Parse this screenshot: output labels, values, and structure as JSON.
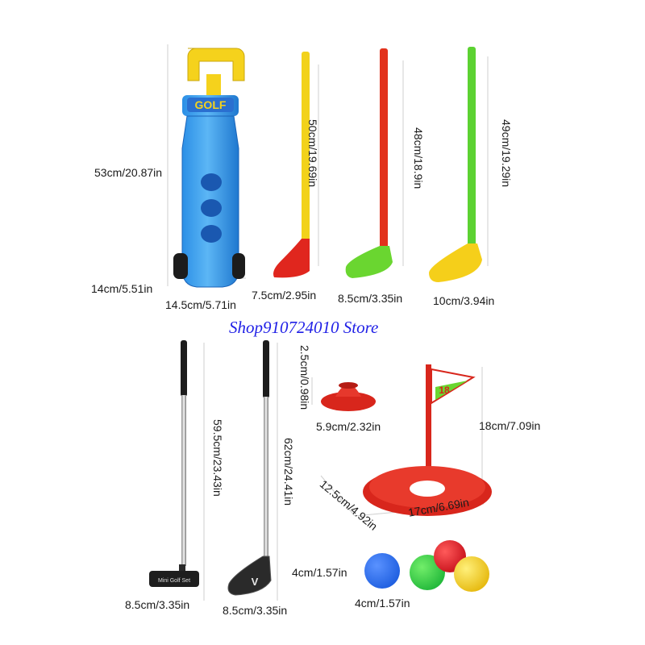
{
  "store_name": "Shop910724010 Store",
  "bag": {
    "logo_text": "GOLF",
    "height_label": "53cm/20.87in",
    "depth_label": "14cm/5.51in",
    "width_label": "14.5cm/5.71in"
  },
  "plastic_clubs": [
    {
      "length_label": "50cm/19.69in",
      "head_label": "7.5cm/2.95in",
      "shaft_color": "#f2d21b",
      "head_color": "#e0261e"
    },
    {
      "length_label": "48cm/18.9in",
      "head_label": "8.5cm/3.35in",
      "shaft_color": "#e2321c",
      "head_color": "#6ad630"
    },
    {
      "length_label": "49cm/19.29in",
      "head_label": "10cm/3.94in",
      "shaft_color": "#5cd232",
      "head_color": "#f5cf1a"
    }
  ],
  "metal_clubs": [
    {
      "length_label": "59.5cm/23.43in",
      "head_label": "8.5cm/3.35in",
      "head_text": "Mini Golf Set"
    },
    {
      "length_label": "62cm/24.41in",
      "head_label": "8.5cm/3.35in",
      "head_text": "V"
    }
  ],
  "tee": {
    "height_label": "2.5cm/0.98in",
    "width_label": "5.9cm/2.32in"
  },
  "flag": {
    "number": "18",
    "height_label": "18cm/7.09in",
    "depth_label": "12.5cm/4.92in",
    "width_label": "17cm/6.69in"
  },
  "balls": {
    "height_label": "4cm/1.57in",
    "width_label": "4cm/1.57in",
    "colors": [
      "#1f5fe0",
      "#2ecc40",
      "#e11d2a",
      "#f5cf1a"
    ]
  }
}
